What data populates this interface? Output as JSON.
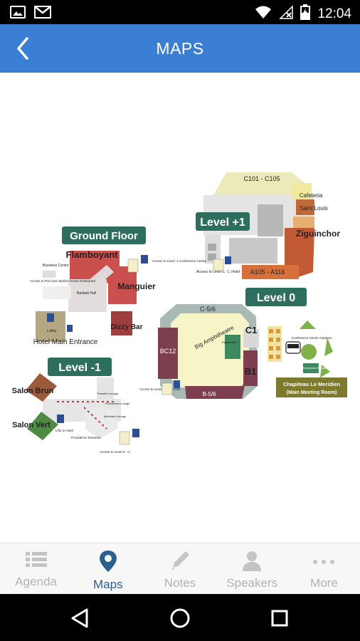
{
  "status_bar": {
    "time": "12:04",
    "left_icons": [
      "image-icon",
      "gmail-icon"
    ],
    "right_icons": [
      "wifi-icon",
      "no-signal-icon",
      "battery-charging-icon"
    ]
  },
  "app_bar": {
    "title": "MAPS",
    "back_icon": "chevron-left-icon",
    "color": "#3b7fd4"
  },
  "map": {
    "ground_floor": {
      "label": "Ground Floor",
      "rooms": [
        "Flamboyant",
        "Manguier",
        "Dizzy Bar",
        "Hotel Main Entrance"
      ],
      "small_labels": [
        "Business Centre",
        "Access to Pool and Jardins Ocean Restaurant",
        "Baobab Hall",
        "Lobby",
        "Access to Level -1 Conference Centre"
      ]
    },
    "level_minus_1": {
      "label": "Level -1",
      "rooms": [
        "Salon Brun",
        "Salon Vert"
      ],
      "small_labels": [
        "Transfert Lounge",
        "Providence Lounge",
        "Merchant Lounge",
        "Lifts to Hotel",
        "Providence Entrance",
        "Access to Level 0, +1"
      ]
    },
    "level_plus_1": {
      "label": "Level +1",
      "rooms": [
        "C101 - C105",
        "Cafeteria",
        "Saint Louis",
        "Ziguinchor",
        "A105 - A116"
      ],
      "small_labels": [
        "Access to Level 0, -1, Hotel"
      ]
    },
    "level_0": {
      "label": "Level 0",
      "rooms": [
        "C-5/6",
        "C1",
        "BC12",
        "Big Amphitheatre",
        "B1",
        "B-5/6"
      ],
      "small_labels": [
        "Registration",
        "Conference Centre Gardens",
        "Reception Bureau",
        "Access to Level +1, -1, Hotel"
      ],
      "venue": "Chapiteau Le Meridien\n(Main Meeting Room)"
    },
    "colors": {
      "label_bg": "#2e6e5f",
      "venue_bg": "#7b7a2d"
    }
  },
  "tabs": [
    {
      "label": "Agenda",
      "icon": "list-icon",
      "active": false
    },
    {
      "label": "Maps",
      "icon": "map-pin-icon",
      "active": true
    },
    {
      "label": "Notes",
      "icon": "pencil-icon",
      "active": false
    },
    {
      "label": "Speakers",
      "icon": "person-icon",
      "active": false
    },
    {
      "label": "More",
      "icon": "more-dots-icon",
      "active": false
    }
  ],
  "nav_bar": {
    "buttons": [
      "back-triangle-icon",
      "home-circle-icon",
      "recents-square-icon"
    ]
  }
}
